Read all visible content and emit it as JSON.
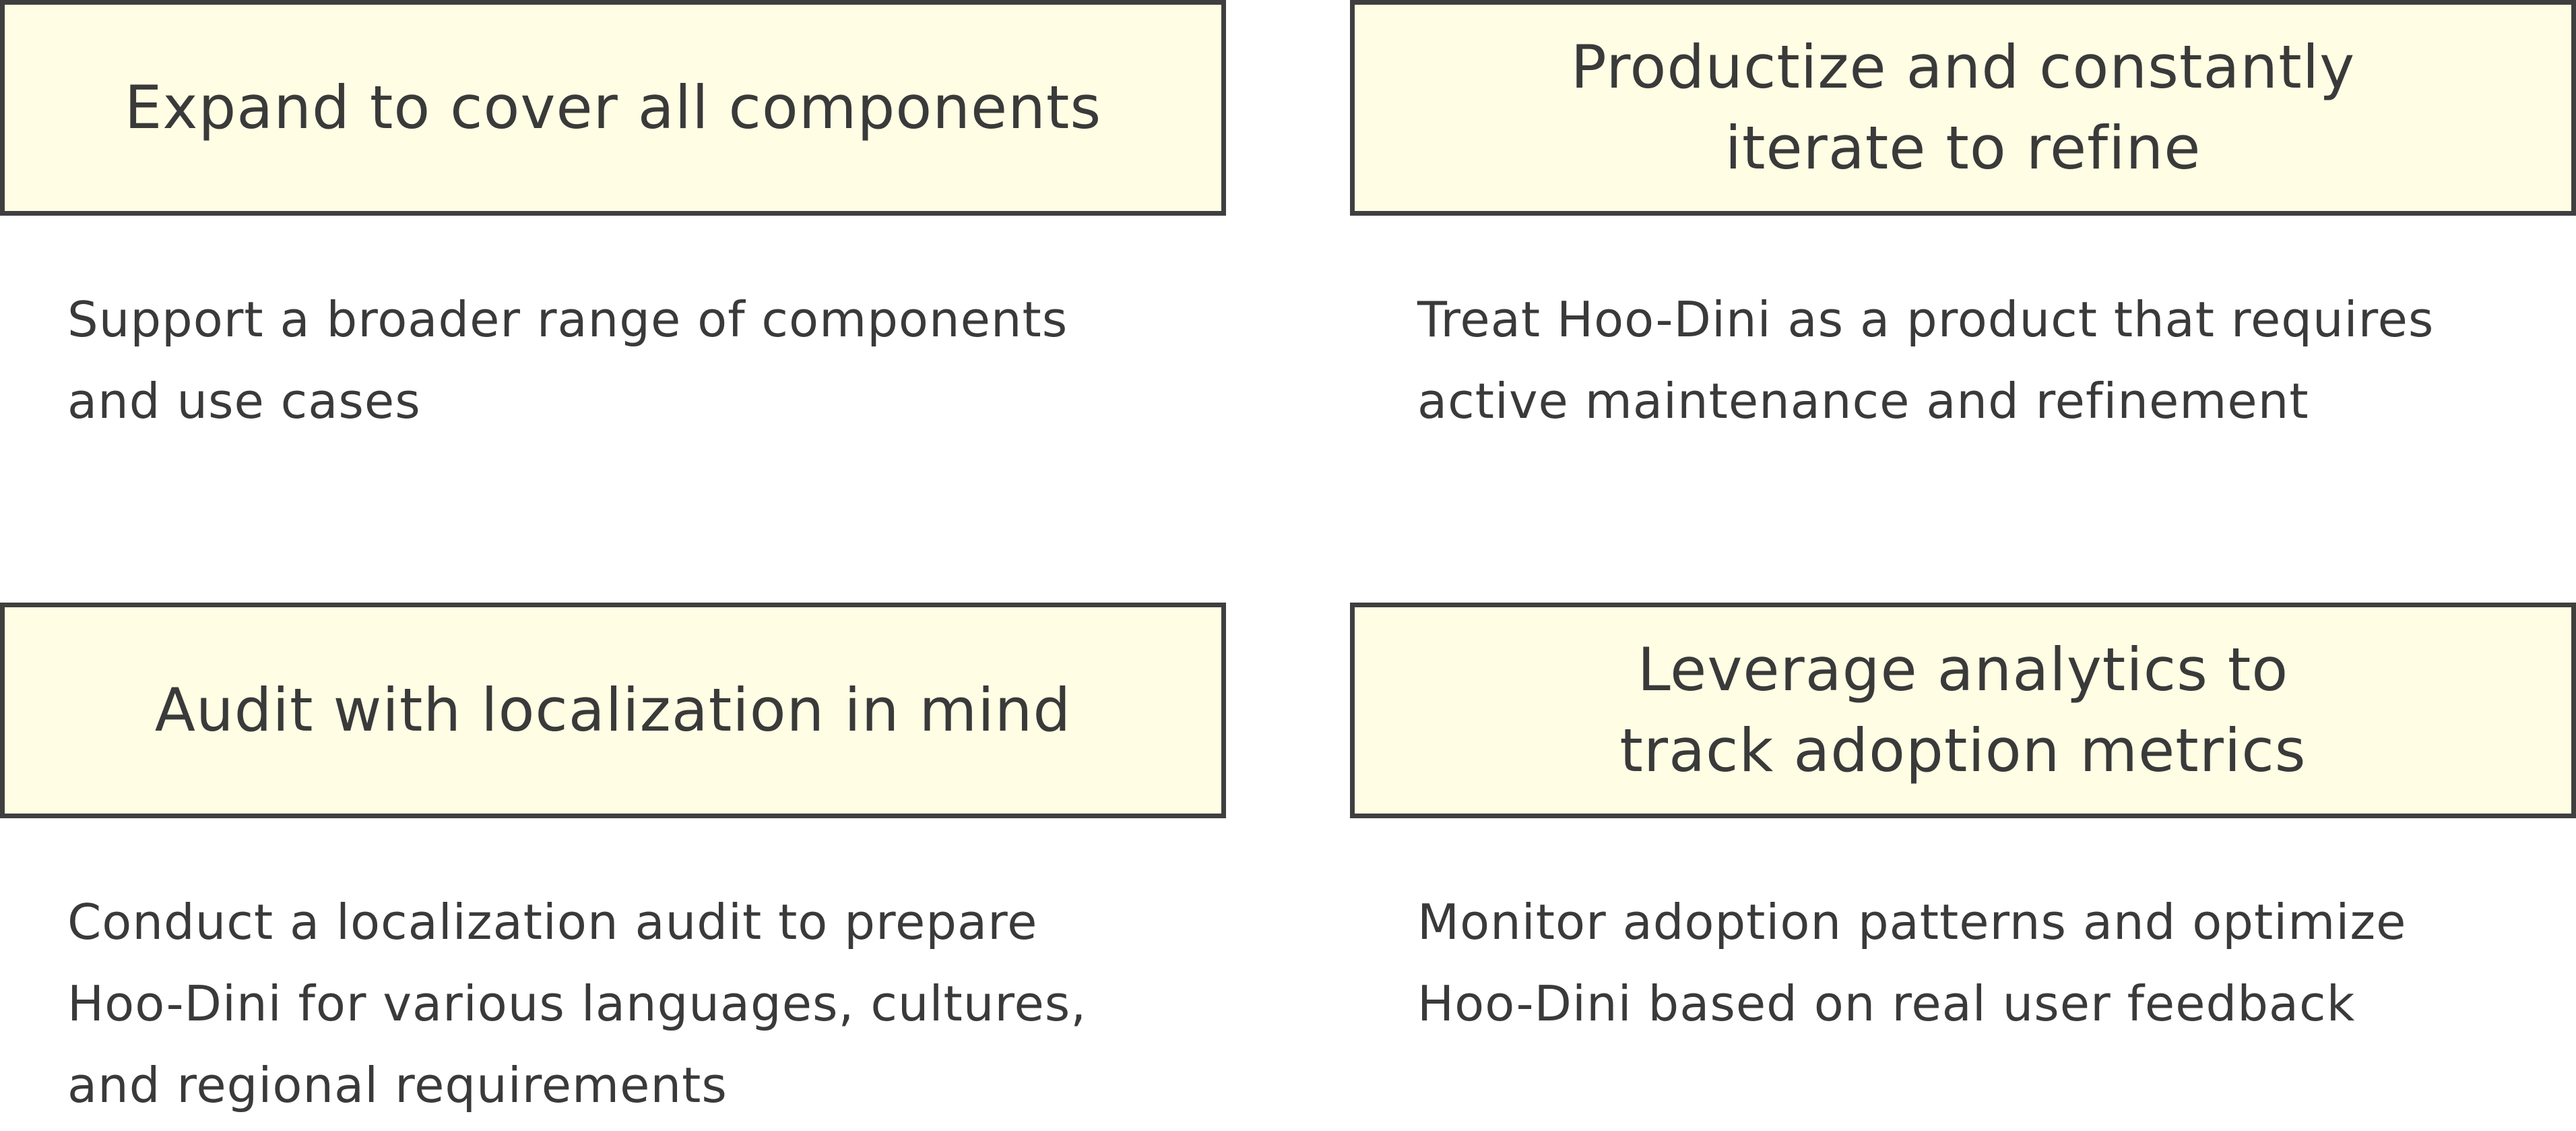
{
  "cards": [
    {
      "title": "Expand to cover all components",
      "description": "Support a broader range of components\nand use cases"
    },
    {
      "title": "Productize and constantly\niterate to refine",
      "description": "Treat Hoo-Dini as a product that requires\nactive maintenance and refinement"
    },
    {
      "title": "Audit with localization in mind",
      "description": "Conduct a localization audit to prepare\nHoo-Dini for various languages, cultures,\nand regional requirements"
    },
    {
      "title": "Leverage analytics to\ntrack adoption metrics",
      "description": "Monitor adoption patterns and optimize\nHoo-Dini based on real user feedback"
    }
  ],
  "colors": {
    "box_fill": "#fffee4",
    "box_border": "#3f3f3f",
    "text": "#3a3a3a",
    "background": "#ffffff"
  }
}
